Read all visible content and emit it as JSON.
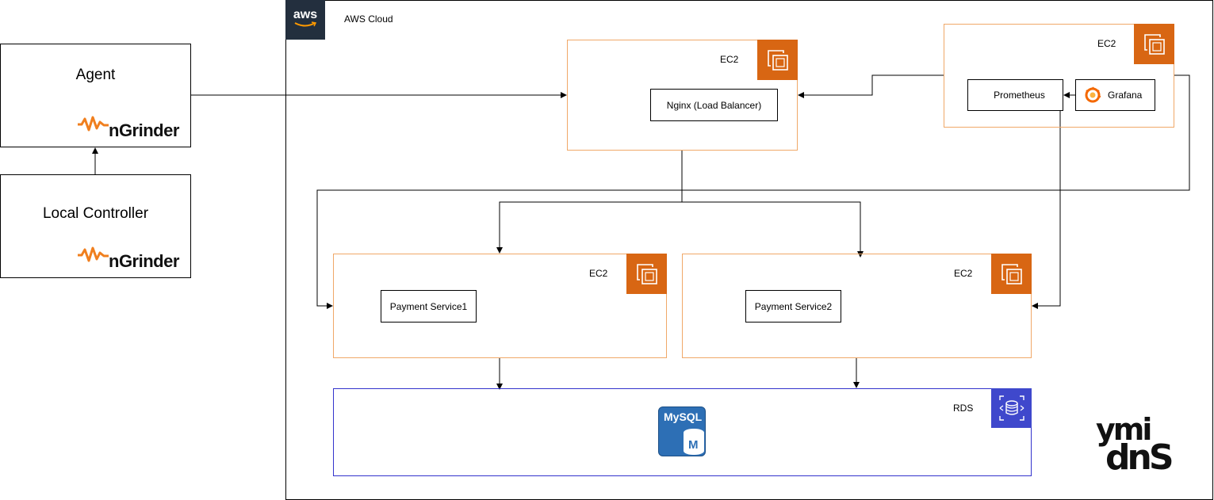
{
  "aws": {
    "logo_text": "aws",
    "title": "AWS Cloud"
  },
  "agent": {
    "title": "Agent",
    "brand": "nGrinder"
  },
  "controller": {
    "title": "Local Controller",
    "brand": "nGrinder"
  },
  "nginx_ec2": {
    "label": "EC2",
    "service": "Nginx (Load Balancer)"
  },
  "monitor_ec2": {
    "label": "EC2",
    "prometheus": "Prometheus",
    "grafana": "Grafana"
  },
  "payment1_ec2": {
    "label": "EC2",
    "service": "Payment Service1"
  },
  "payment2_ec2": {
    "label": "EC2",
    "service": "Payment Service2"
  },
  "rds": {
    "label": "RDS",
    "mysql_text": "MySQL",
    "mysql_m": "M"
  },
  "watermark": {
    "line1": "ymi",
    "line2": "dnS"
  },
  "colors": {
    "ec2_orange": "#d86613",
    "ec2_border": "#f0a868",
    "rds_blue": "#3f48cc",
    "aws_dark": "#232f3e",
    "mysql_blue": "#2d6fb5"
  }
}
